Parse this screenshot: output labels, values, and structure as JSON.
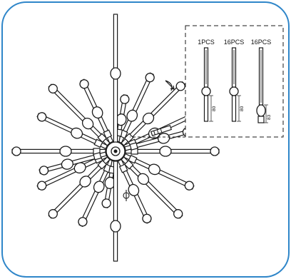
{
  "parts_inset": {
    "items": [
      {
        "qty_label": "1PCS",
        "dimension": "80"
      },
      {
        "qty_label": "16PCS",
        "dimension": "80"
      },
      {
        "qty_label": "16PCS",
        "dimension": "83"
      }
    ]
  },
  "colors": {
    "frame_border": "#2f86c9",
    "line": "#1a1a1a",
    "background": "#ffffff"
  },
  "icons": {
    "rotate": "rotate-arrow-icon",
    "hub_symbol": "hub-symbol-icon"
  }
}
